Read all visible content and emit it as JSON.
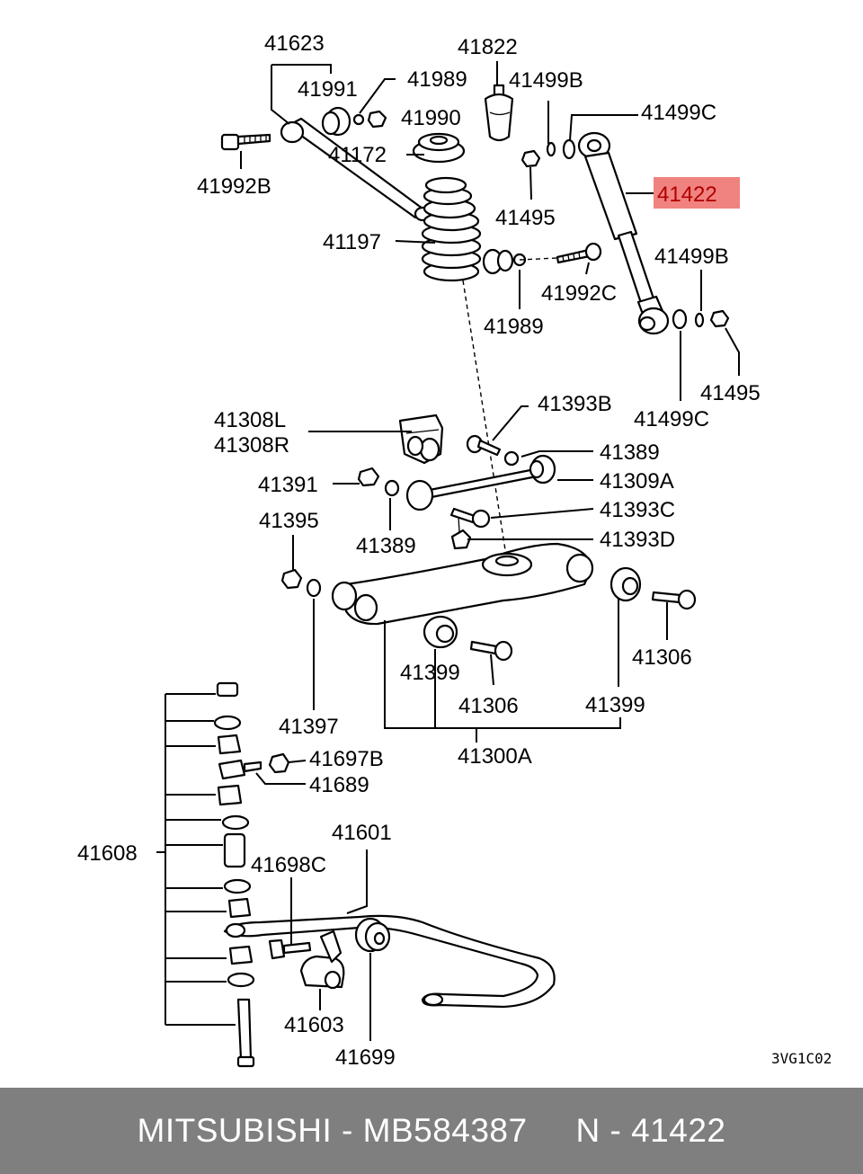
{
  "diagram": {
    "labels": [
      "41623",
      "41822",
      "41991",
      "41989",
      "41990",
      "41499B",
      "41499C",
      "41172",
      "41992B",
      "41422",
      "41495",
      "41197",
      "41499B",
      "41992C",
      "41989",
      "41495",
      "41499C",
      "41393B",
      "41308L",
      "41308R",
      "41389",
      "41391",
      "41309A",
      "41395",
      "41393C",
      "41389",
      "41393D",
      "41306",
      "41399",
      "41306",
      "41399",
      "41397",
      "41697B",
      "41300A",
      "41689",
      "41601",
      "41608",
      "41698C",
      "41603",
      "41699"
    ],
    "highlight_part": "41422",
    "highlight_color": "#f0837f",
    "diagram_code": "3VG1C02"
  },
  "footer": {
    "text": "MITSUBISHI - MB584387     N - 41422",
    "background": "#7f7f7f"
  }
}
